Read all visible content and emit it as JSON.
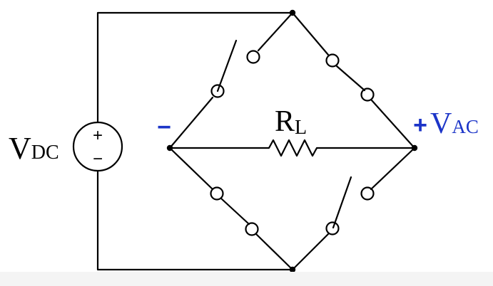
{
  "source": {
    "label_main": "V",
    "label_sub": "DC",
    "plus_glyph": "+",
    "minus_glyph": "−"
  },
  "load": {
    "label_main": "R",
    "label_sub": "L"
  },
  "output": {
    "neg_glyph": "−",
    "pos_glyph": "+",
    "label_main": "V",
    "label_sub": "AC",
    "accent_color": "#1c35c8"
  },
  "line_color": "#000000",
  "switch_count": 4
}
